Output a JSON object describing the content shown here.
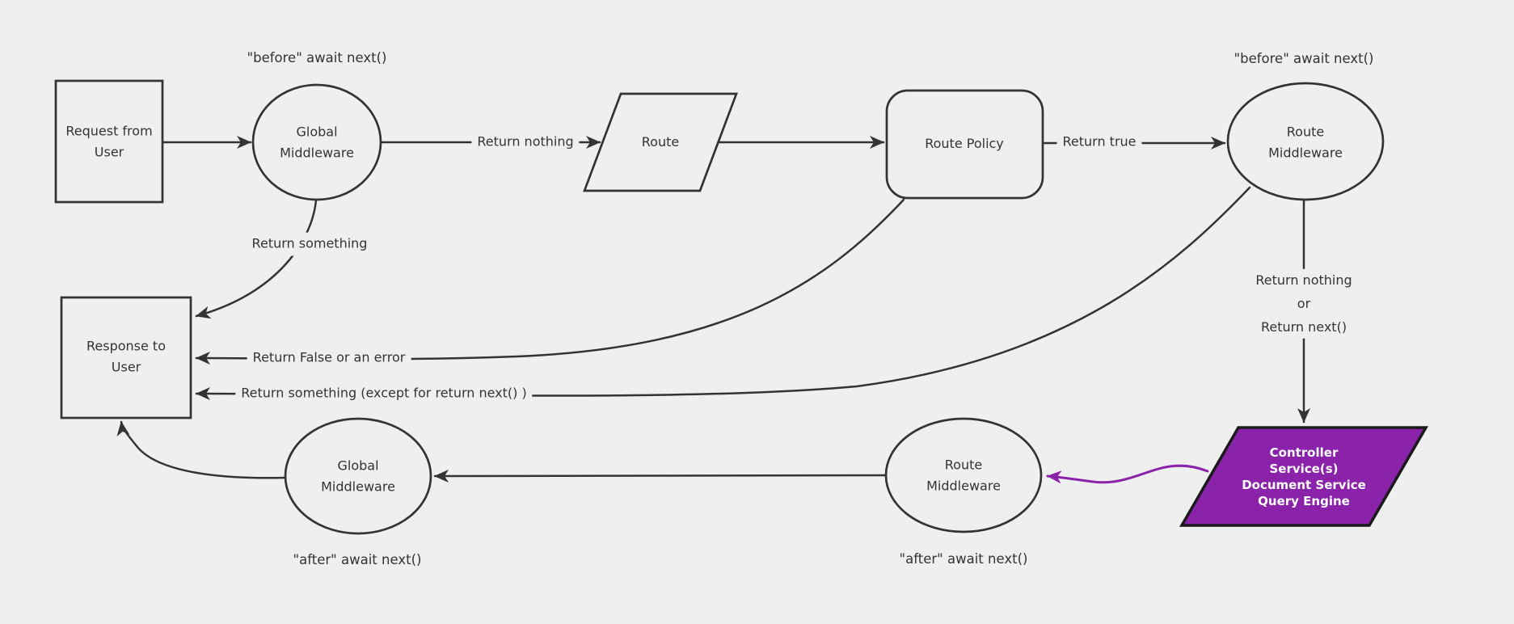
{
  "diagram": {
    "type": "flowchart",
    "colors": {
      "background": "#efefef",
      "stroke": "#333333",
      "text": "#333333",
      "accent_fill": "#8b22aa",
      "accent_border": "#1a1a1a",
      "accent_text": "#ffffff"
    },
    "nodes": {
      "request": {
        "shape": "rectangle",
        "label": "Request from\nUser"
      },
      "global_middleware_before": {
        "shape": "ellipse",
        "label": "Global\nMiddleware"
      },
      "route": {
        "shape": "parallelogram",
        "label": "Route"
      },
      "route_policy": {
        "shape": "rounded-rectangle",
        "label": "Route Policy"
      },
      "route_middleware_before": {
        "shape": "ellipse",
        "label": "Route\nMiddleware"
      },
      "response": {
        "shape": "rectangle",
        "label": "Response to\nUser"
      },
      "controller_services": {
        "shape": "parallelogram",
        "fill": "#8b22aa",
        "label": "Controller\nService(s)\nDocument Service\nQuery Engine"
      },
      "route_middleware_after": {
        "shape": "ellipse",
        "label": "Route\nMiddleware"
      },
      "global_middleware_after": {
        "shape": "ellipse",
        "label": "Global\nMiddleware"
      }
    },
    "edge_labels": {
      "return_nothing": "Return nothing",
      "return_true": "Return true",
      "return_something": "Return something",
      "return_false_or_error": "Return False or an error",
      "return_something_except": "Return something (except for return next() )",
      "return_nothing_or_next": "Return nothing\nor\nReturn next()"
    },
    "annotations": {
      "before_await_left": "\"before\" await next()",
      "before_await_right": "\"before\" await next()",
      "after_await_left": "\"after\" await next()",
      "after_await_right": "\"after\" await next()"
    }
  }
}
